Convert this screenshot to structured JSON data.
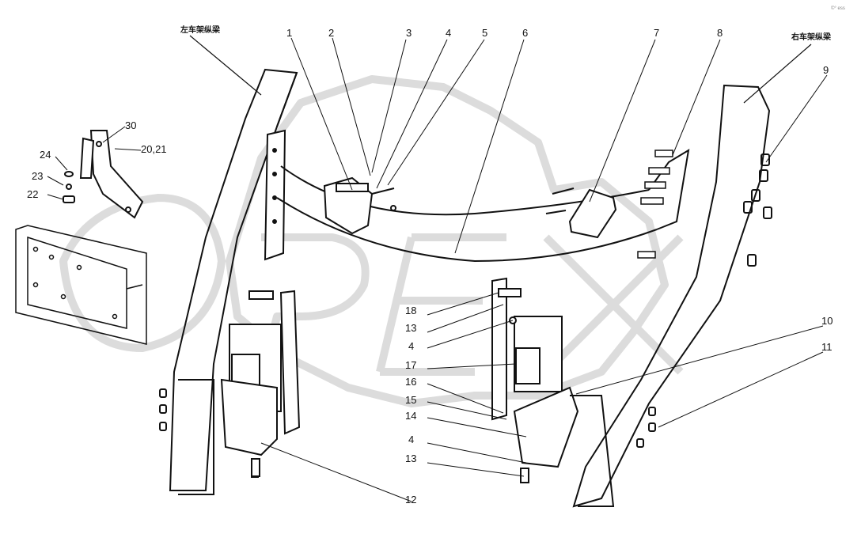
{
  "diagram": {
    "captions": {
      "left_frame": "左车架纵梁",
      "right_frame": "右车架纵梁"
    },
    "watermark_small": "©° ess",
    "callouts": [
      {
        "id": "c1",
        "text": "1"
      },
      {
        "id": "c2",
        "text": "2"
      },
      {
        "id": "c3",
        "text": "3"
      },
      {
        "id": "c4a",
        "text": "4"
      },
      {
        "id": "c5",
        "text": "5"
      },
      {
        "id": "c6",
        "text": "6"
      },
      {
        "id": "c7",
        "text": "7"
      },
      {
        "id": "c8",
        "text": "8"
      },
      {
        "id": "c9",
        "text": "9"
      },
      {
        "id": "c10",
        "text": "10"
      },
      {
        "id": "c11",
        "text": "11"
      },
      {
        "id": "c12",
        "text": "12"
      },
      {
        "id": "c18",
        "text": "18"
      },
      {
        "id": "c13a",
        "text": "13"
      },
      {
        "id": "c4b",
        "text": "4"
      },
      {
        "id": "c17",
        "text": "17"
      },
      {
        "id": "c16",
        "text": "16"
      },
      {
        "id": "c15",
        "text": "15"
      },
      {
        "id": "c14",
        "text": "14"
      },
      {
        "id": "c4c",
        "text": "4"
      },
      {
        "id": "c13b",
        "text": "13"
      },
      {
        "id": "c30",
        "text": "30"
      },
      {
        "id": "c2021",
        "text": "20,21"
      },
      {
        "id": "c24",
        "text": "24"
      },
      {
        "id": "c23",
        "text": "23"
      },
      {
        "id": "c22",
        "text": "22"
      }
    ]
  }
}
